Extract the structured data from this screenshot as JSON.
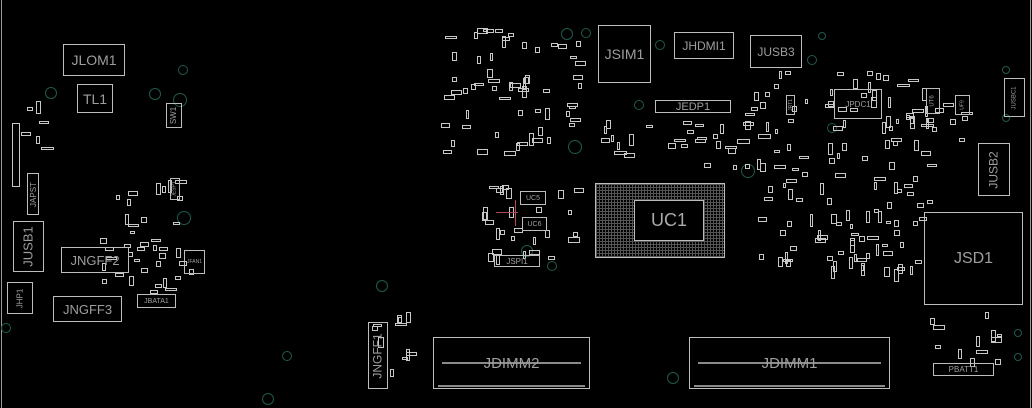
{
  "board": {
    "components": {
      "jlom1": "JLOM1",
      "tl1": "TL1",
      "sw1": "SW1",
      "jesp1": "JESP1",
      "japst": "JAPST",
      "jusb1": "JUSB1",
      "jngff2": "JNGFF2",
      "jngff3": "JNGFF3",
      "jhp1": "JHP1",
      "jbata1": "JBATA1",
      "jfan1": "JFAN1",
      "jsim1": "JSIM1",
      "jhdmi1": "JHDMI1",
      "jusb3": "JUSB3",
      "jedp1": "JEDP1",
      "uc1": "UC1",
      "uc5": "UC5",
      "uc6": "UC6",
      "jspi1": "JSPI1",
      "jrt1": "JRT1",
      "jpdc1": "JPDC1",
      "ut6": "UT6",
      "uf9": "UF9",
      "jusbc1": "JUSBC1",
      "jusb2": "JUSB2",
      "jsd1": "JSD1",
      "jngff1": "JNGFF1",
      "jdimm2": "JDIMM2",
      "jdimm1": "JDIMM1",
      "pbatt1": "PBATT1"
    },
    "colors": {
      "background": "#000000",
      "outline": "#bdbdbd",
      "text": "#9e9e9e",
      "hole": "#1f5a4e",
      "marker": "#b04a5a"
    }
  }
}
